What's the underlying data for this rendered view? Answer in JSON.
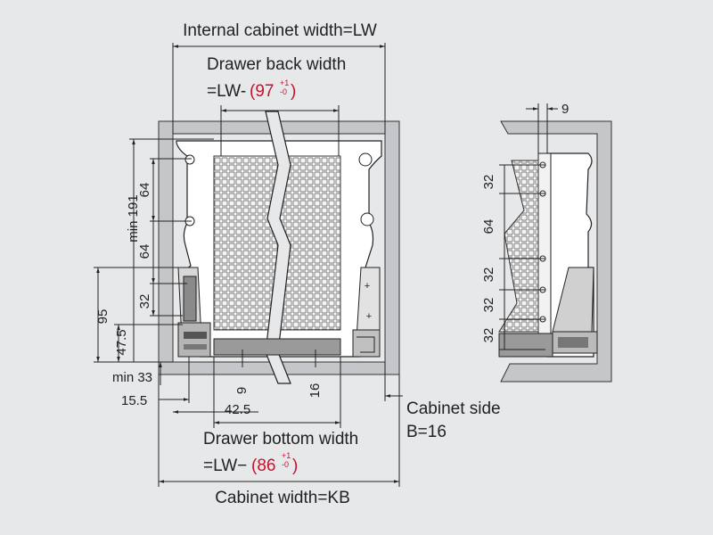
{
  "labels": {
    "internal_width": "Internal cabinet width=LW",
    "back_width_title": "Drawer back width",
    "back_width_formula_prefix": "=LW-",
    "back_width_value": "(97",
    "back_width_tol_upper": "+1",
    "back_width_tol_lower": "-0",
    "back_width_close": ")",
    "bottom_width_title": "Drawer bottom width",
    "bottom_width_formula_prefix": "=LW−",
    "bottom_width_value": "(86",
    "bottom_width_tol_upper": "+1",
    "bottom_width_tol_lower": "-0",
    "bottom_width_close": ")",
    "cabinet_width": "Cabinet width=KB",
    "cabinet_side": "Cabinet side",
    "cabinet_side_value": "B=16"
  },
  "dimensions_front": {
    "min191": "min 191",
    "v64_upper": "64",
    "v64_lower": "64",
    "v32": "32",
    "v95": "95",
    "v47_5": "47.5",
    "min33": "min 33",
    "h15_5": "15.5",
    "h42_5": "42.5",
    "h9": "9",
    "h16": "16"
  },
  "dimensions_side": {
    "h9": "9",
    "v32_a": "32",
    "v64": "64",
    "v32_b": "32",
    "v32_c": "32",
    "v32_d": "32"
  },
  "colors": {
    "background": "#e7e8ea",
    "cabinet_wall": "#c4c6c9",
    "line": "#222222",
    "accent_red": "#c8102e"
  }
}
